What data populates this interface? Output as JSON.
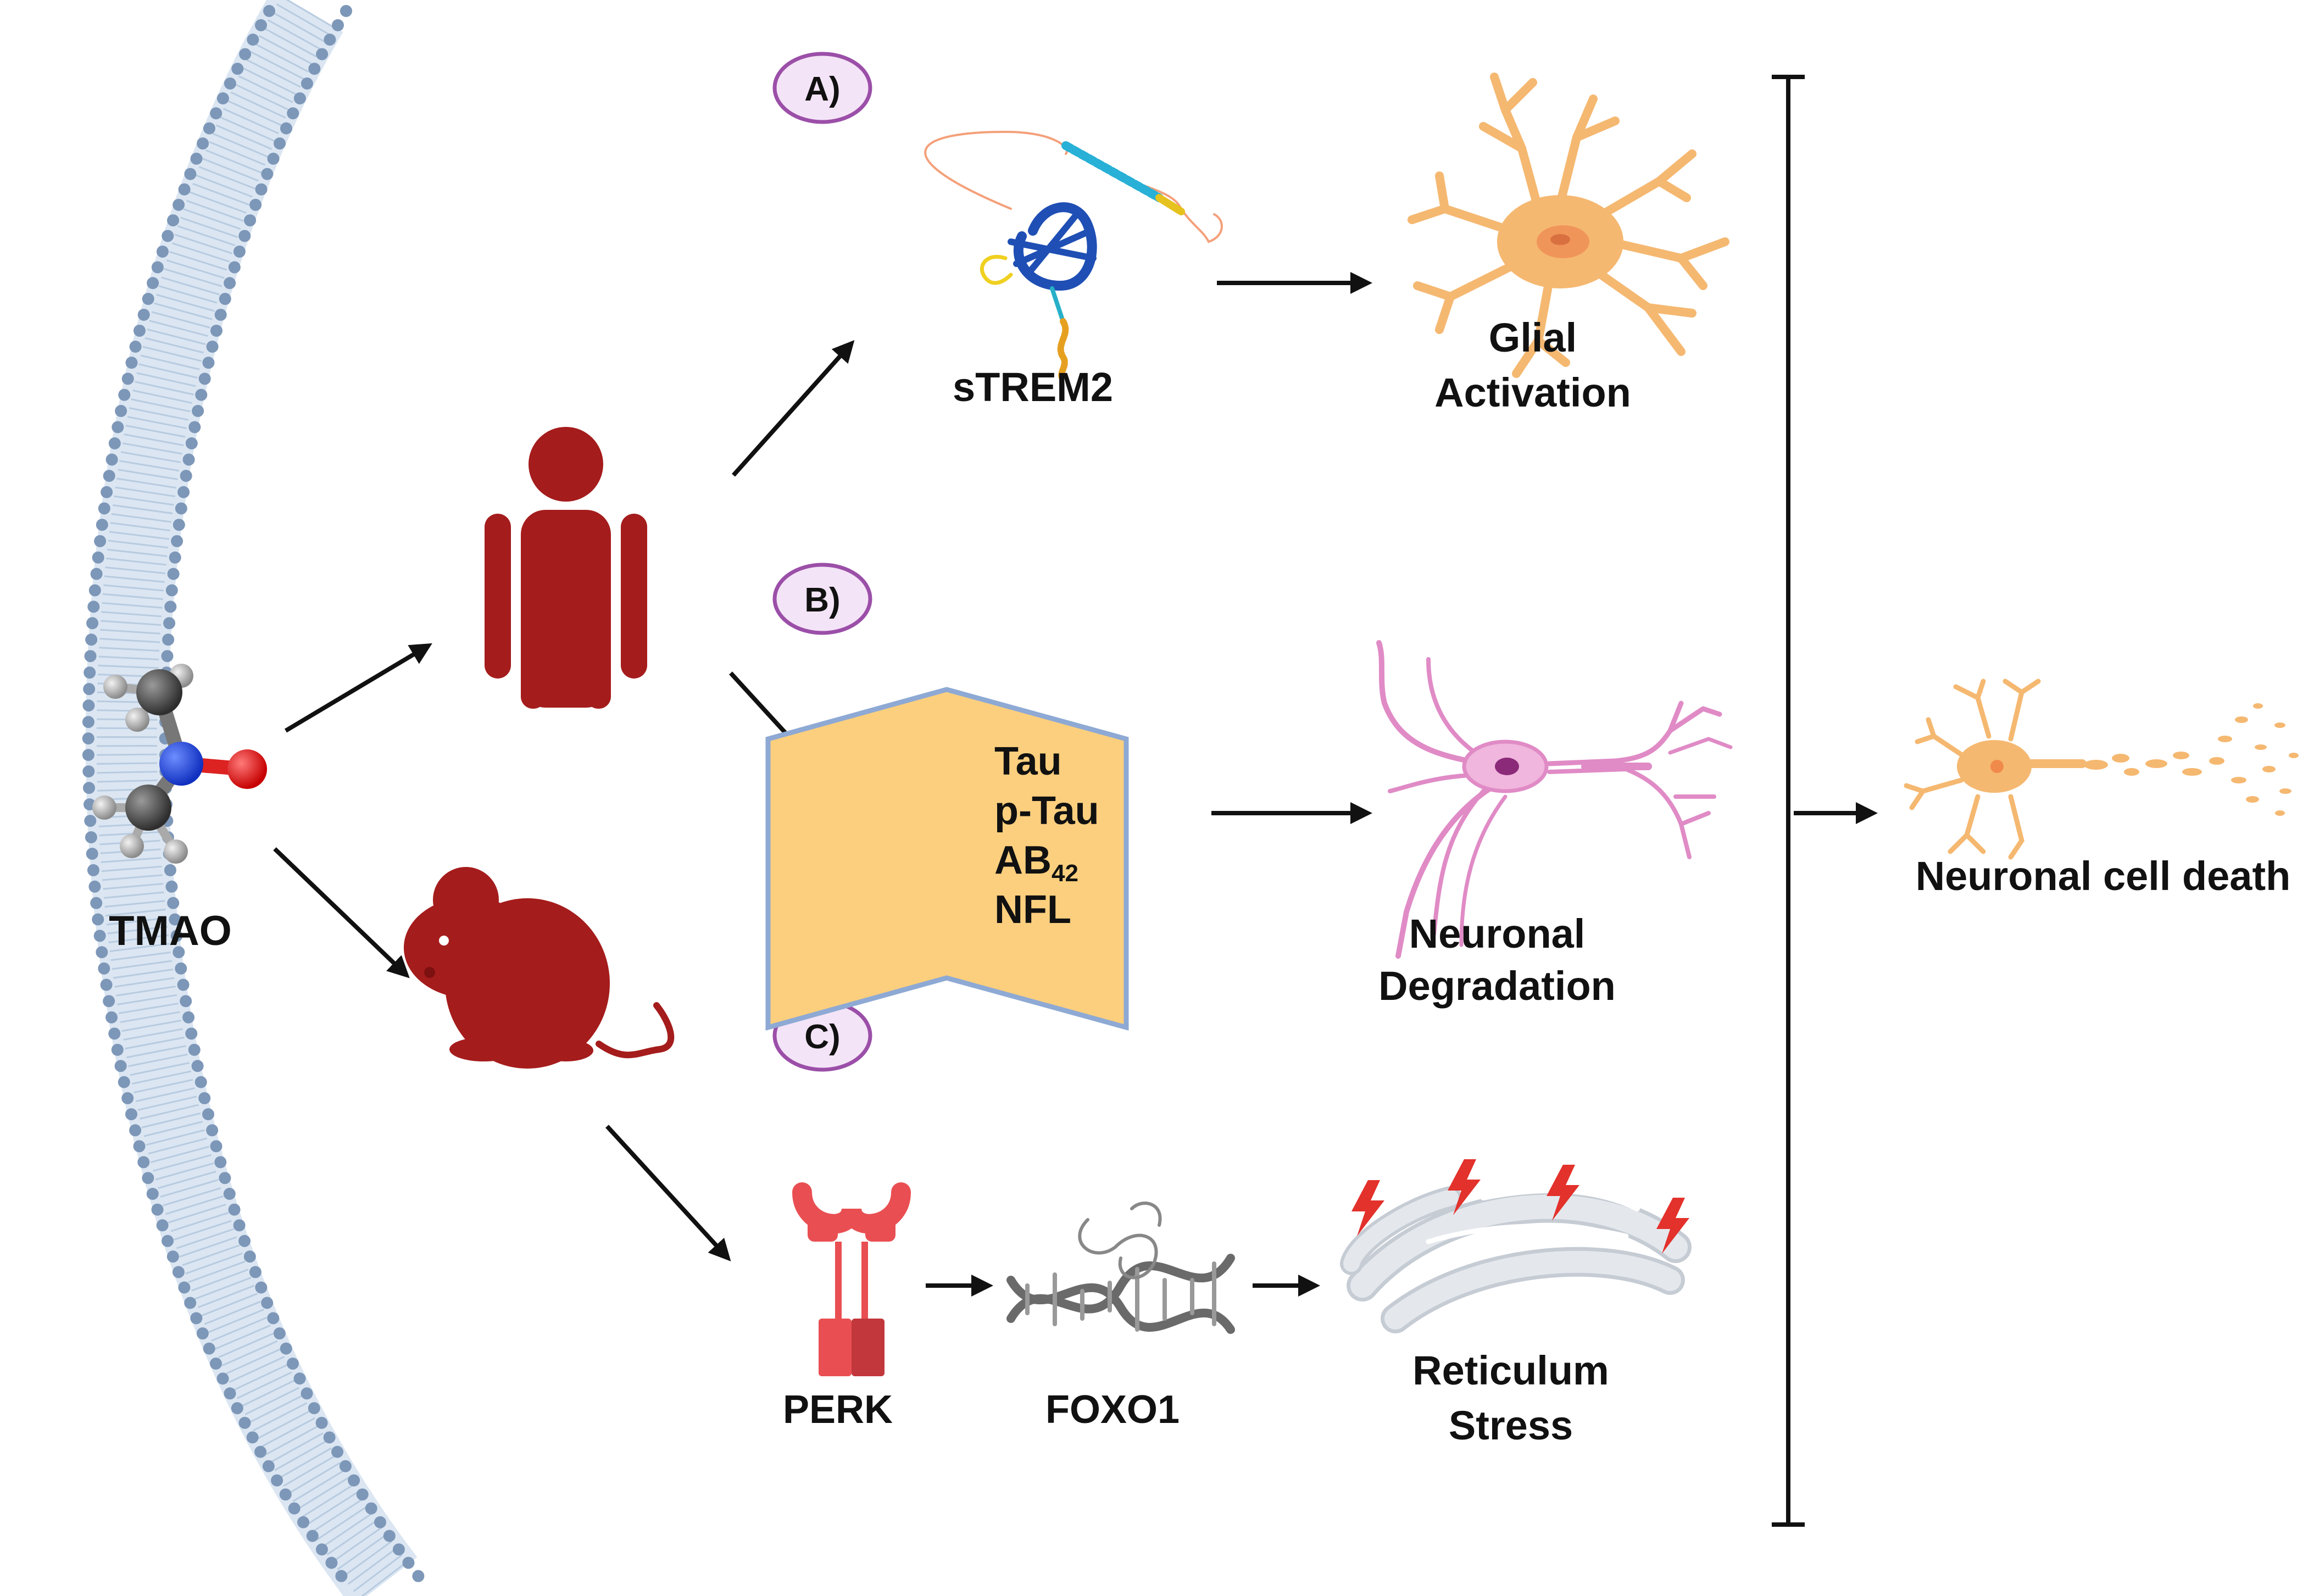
{
  "badges": {
    "a": "A)",
    "b": "B)",
    "c": "C)"
  },
  "molecule": {
    "label": "TMAO"
  },
  "pathway_a": {
    "protein": "sTREM2",
    "outcome_line1": "Glial",
    "outcome_line2": "Activation"
  },
  "pathway_b": {
    "markers": [
      "Tau",
      "p-Tau",
      "AB",
      "NFL"
    ],
    "ab_subscript": "42",
    "outcome_line1": "Neuronal",
    "outcome_line2": "Degradation"
  },
  "pathway_c": {
    "receptor": "PERK",
    "factor": "FOXO1",
    "outcome_line1": "Reticulum",
    "outcome_line2": "Stress"
  },
  "final": {
    "label": "Neuronal cell death"
  },
  "colors": {
    "dark_red": "#A51C1C",
    "badge_fill": "#F4E4F7",
    "badge_stroke": "#9B4FA8",
    "marker_fill": "#FBCF7E",
    "marker_stroke": "#8EA9D4",
    "glia": "#F5B871",
    "neuron": "#E08BC6",
    "membrane": "#7D97B8",
    "er": "#D7DCE2",
    "lightning": "#E3312B"
  }
}
